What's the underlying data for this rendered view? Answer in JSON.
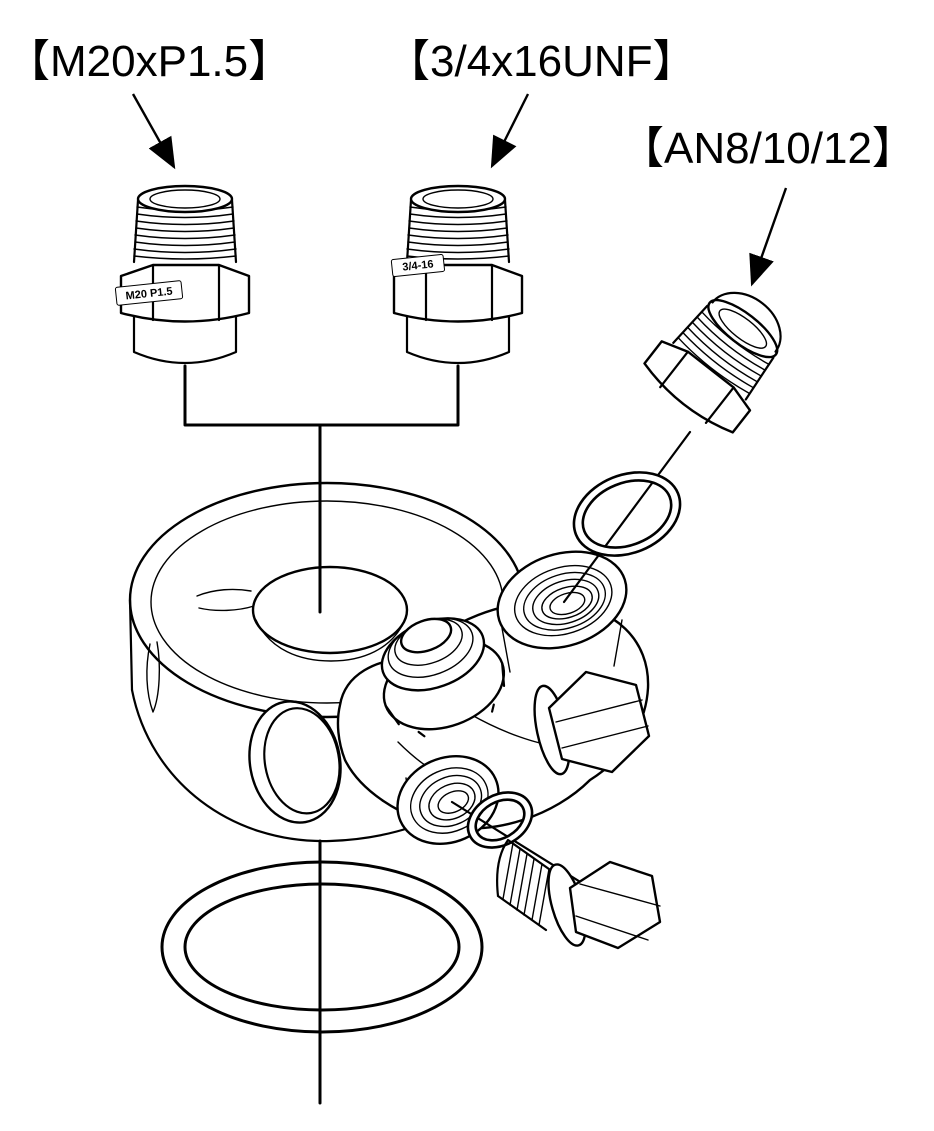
{
  "diagram": {
    "labels": {
      "m20": "【M20xP1.5】",
      "unf": "【3/4x16UNF】",
      "an": "【AN8/10/12】"
    },
    "part_markings": {
      "m20": "M20 P1.5",
      "unf": "3/4-16"
    },
    "colors": {
      "line": "#000000",
      "background": "#ffffff"
    },
    "parts": [
      "m20-thread-adapter",
      "unf-thread-adapter",
      "an-flare-fitting",
      "o-ring-mid",
      "sandwich-plate",
      "take-off-body",
      "installed-an-fitting",
      "hex-plug-right",
      "bottom-port",
      "o-ring-small",
      "hex-plug-bottom",
      "o-ring-large"
    ]
  }
}
